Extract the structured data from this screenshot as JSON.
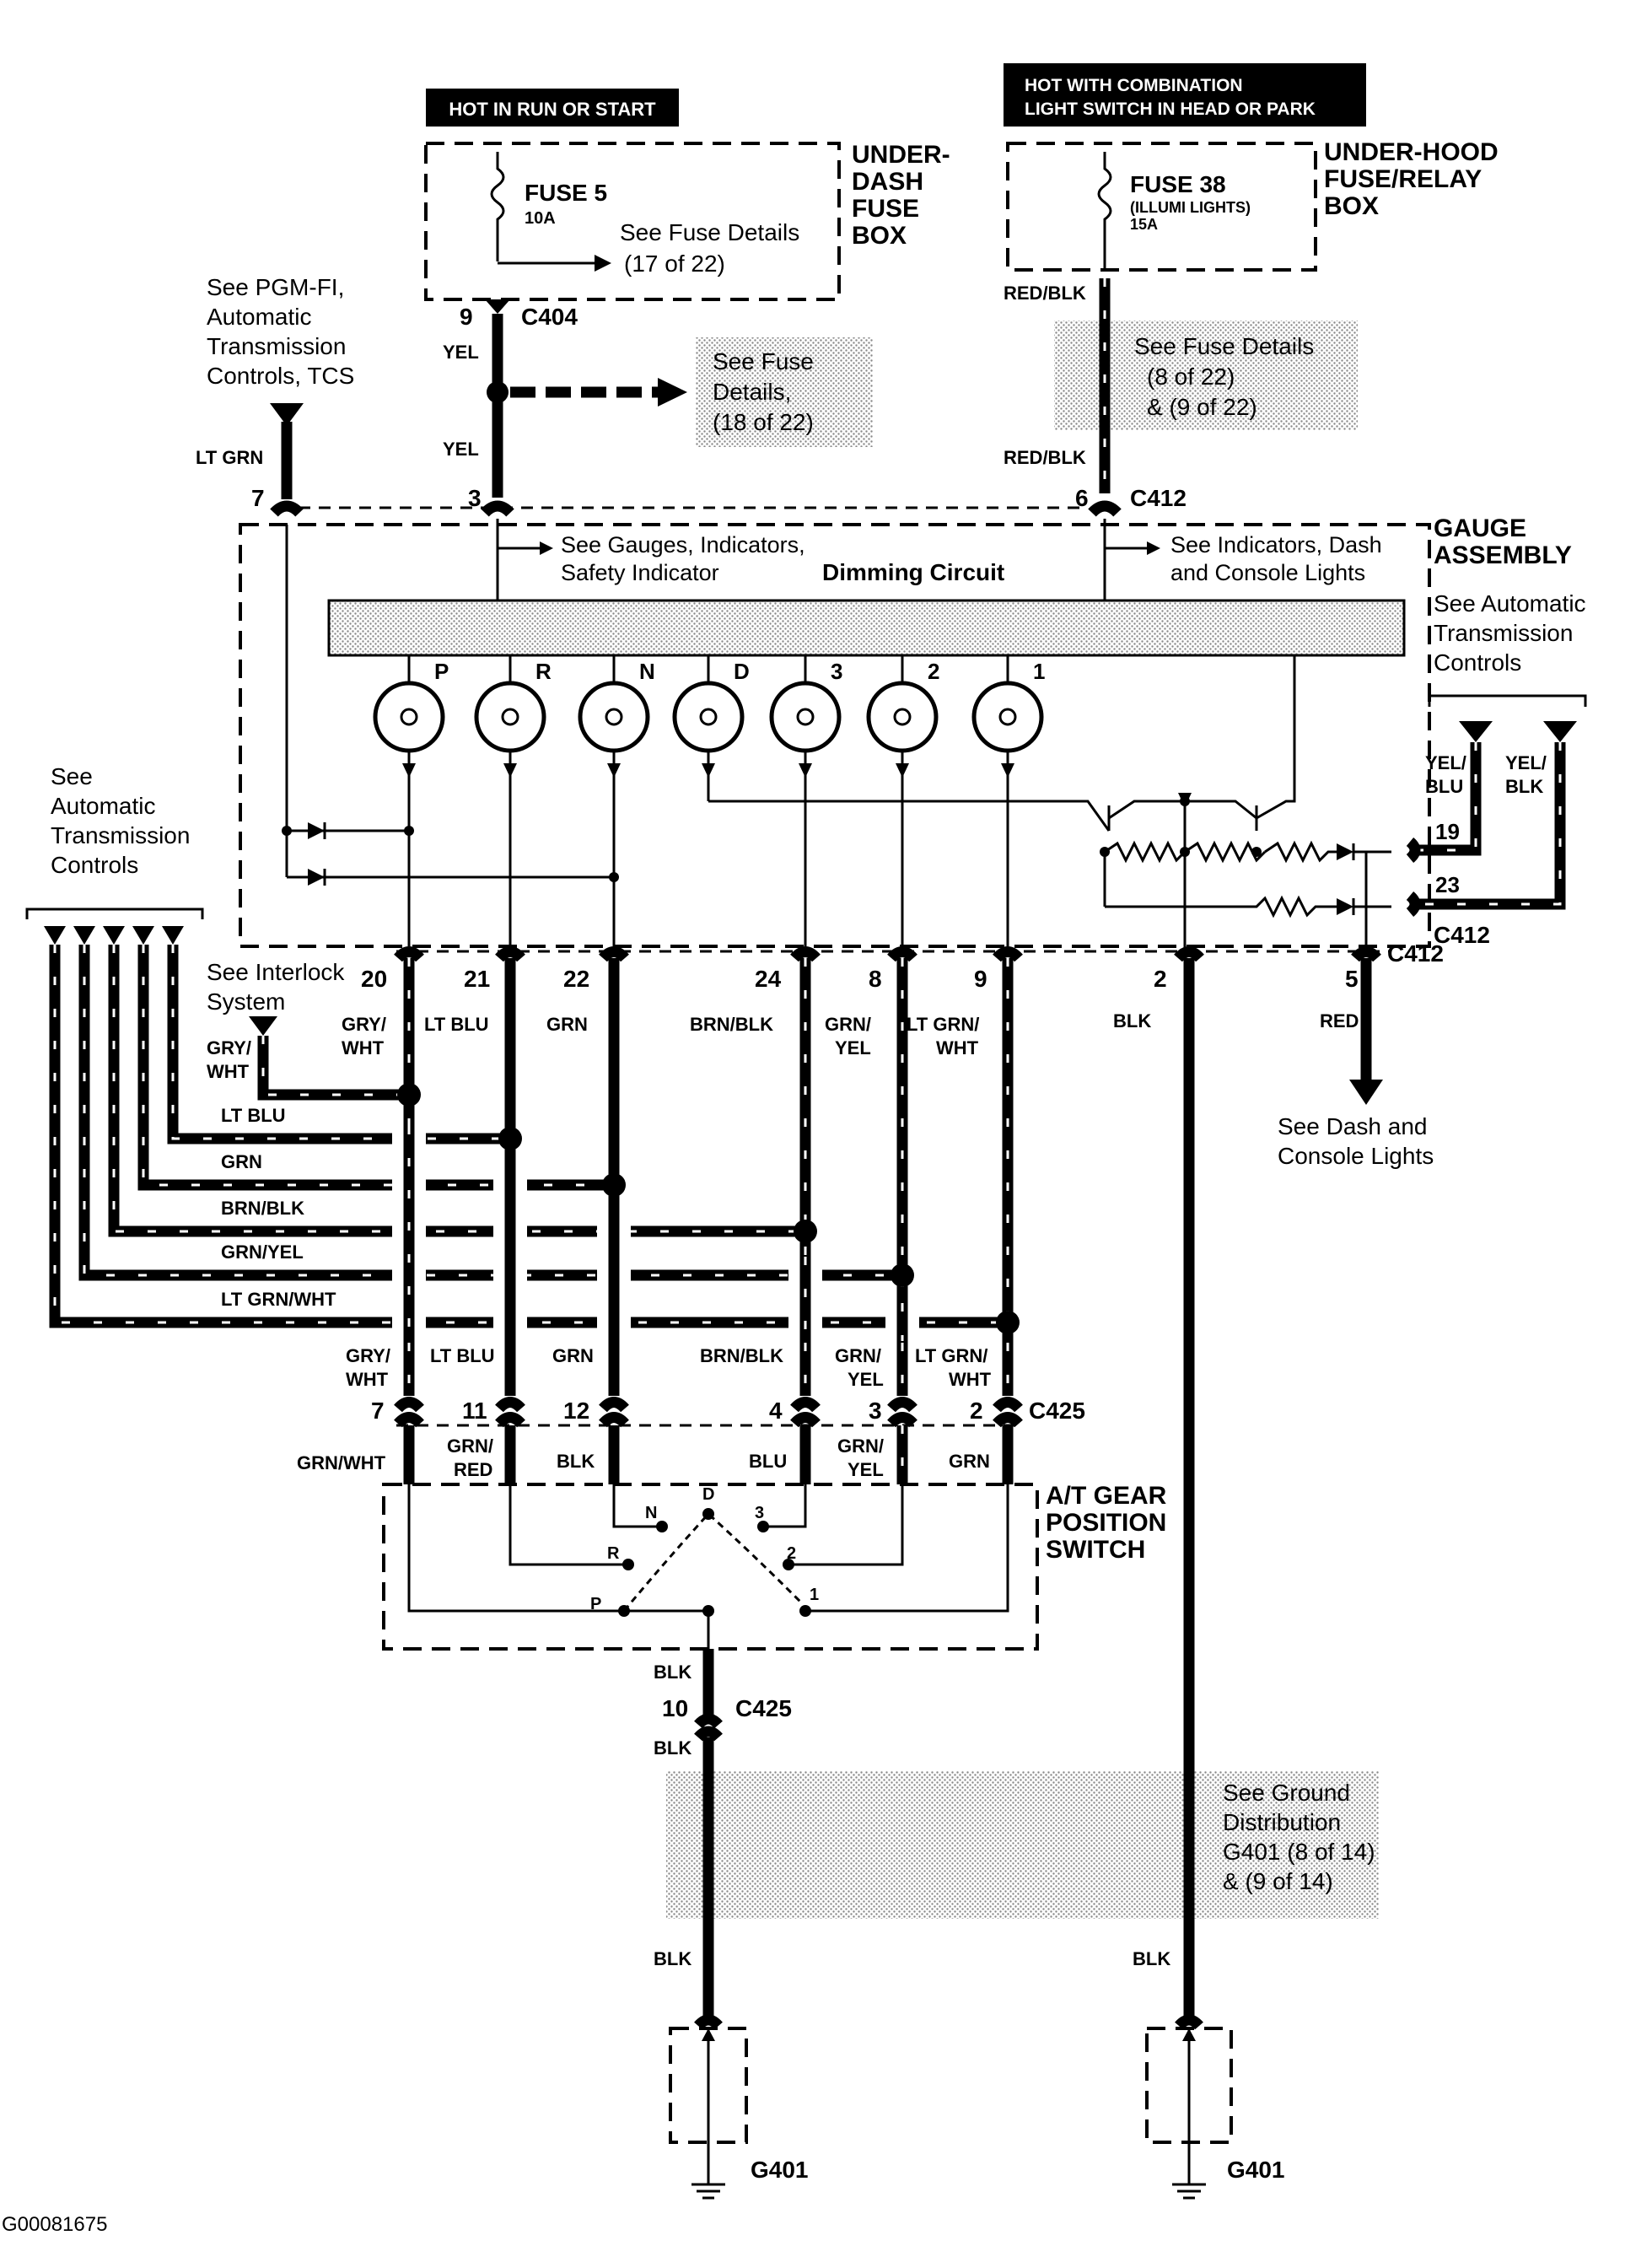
{
  "figure_id": "G00081675",
  "power": {
    "run_start_banner": "HOT IN RUN OR START",
    "combo_banner_line1": "HOT WITH COMBINATION",
    "combo_banner_line2": "LIGHT SWITCH IN HEAD OR PARK",
    "underdash_box": [
      "UNDER-",
      "DASH",
      "FUSE",
      "BOX"
    ],
    "underhood_box": [
      "UNDER-HOOD",
      "FUSE/RELAY",
      "BOX"
    ],
    "fuse5_name": "FUSE 5",
    "fuse5_rating": "10A",
    "fuse5_details": [
      "See Fuse Details",
      "(17 of 22)"
    ],
    "fuse38_name": "FUSE 38",
    "fuse38_sub": "(ILLUMI LIGHTS)",
    "fuse38_rating": "15A",
    "fuse_details_18": [
      "See Fuse",
      "Details,",
      "(18 of 22)"
    ],
    "fuse_details_8_9": [
      "See Fuse Details",
      "(8 of 22)",
      "& (9 of 22)"
    ]
  },
  "connectors": {
    "c404": "C404",
    "c412": "C412",
    "c425": "C425",
    "g401": "G401",
    "pin9": "9",
    "pin7": "7",
    "pin3": "3",
    "pin6": "6",
    "pin19": "19",
    "pin23": "23",
    "pin5": "5",
    "pin10": "10"
  },
  "wires": {
    "yel": "YEL",
    "red_blk": "RED/BLK",
    "lt_grn": "LT GRN",
    "blk": "BLK",
    "red": "RED",
    "grn_wht": "GRN/WHT",
    "grn": "GRN",
    "blu": "BLU",
    "yel_blu": [
      "YEL/",
      "BLU"
    ],
    "yel_blk": [
      "YEL/",
      "BLK"
    ]
  },
  "refs": {
    "pgmfi": [
      "See PGM-FI,",
      "Automatic",
      "Transmission",
      "Controls, TCS"
    ],
    "gauges": [
      "See Gauges, Indicators,",
      "Safety Indicator"
    ],
    "dimming": "Dimming Circuit",
    "indicators": [
      "See Indicators, Dash",
      "and Console Lights"
    ],
    "gauge_assembly": [
      "GAUGE",
      "ASSEMBLY"
    ],
    "at_controls_right": [
      "See Automatic",
      "Transmission",
      "Controls"
    ],
    "at_controls_left": [
      "See",
      "Automatic",
      "Transmission",
      "Controls"
    ],
    "interlock": [
      "See Interlock",
      "System"
    ],
    "dash_console": [
      "See Dash and",
      "Console Lights"
    ],
    "switch": [
      "A/T GEAR",
      "POSITION",
      "SWITCH"
    ],
    "ground": [
      "See Ground",
      "Distribution",
      "G401 (8 of 14)",
      "& (9 of 14)"
    ]
  },
  "indicators": [
    "P",
    "R",
    "N",
    "D",
    "3",
    "2",
    "1"
  ],
  "c412_columns": [
    {
      "pin": "20",
      "color": [
        "GRY/",
        "WHT"
      ]
    },
    {
      "pin": "21",
      "color": [
        "LT BLU"
      ]
    },
    {
      "pin": "22",
      "color": [
        "GRN"
      ]
    },
    {
      "pin": "24",
      "color": [
        "BRN/BLK"
      ]
    },
    {
      "pin": "8",
      "color": [
        "GRN/",
        "YEL"
      ]
    },
    {
      "pin": "9",
      "color": [
        "LT GRN/",
        "WHT"
      ]
    },
    {
      "pin": "2",
      "color": [
        "BLK"
      ]
    }
  ],
  "side_wires": [
    "LT BLU",
    "GRN",
    "BRN/BLK",
    "GRN/YEL",
    "LT GRN/WHT"
  ],
  "side_wire_gry": [
    "GRY/",
    "WHT"
  ],
  "c425_columns": [
    {
      "pin": "7",
      "color": [
        "GRY/",
        "WHT"
      ]
    },
    {
      "pin": "11",
      "color": [
        "LT BLU"
      ]
    },
    {
      "pin": "12",
      "color": [
        "GRN"
      ]
    },
    {
      "pin": "4",
      "color": [
        "BRN/BLK"
      ]
    },
    {
      "pin": "3",
      "color": [
        "GRN/",
        "YEL"
      ]
    },
    {
      "pin": "2",
      "color": [
        "LT GRN/",
        "WHT"
      ]
    }
  ],
  "below_c425": [
    {
      "color": [
        "GRN/",
        "RED"
      ]
    },
    {
      "color": [
        "BLK"
      ]
    },
    {
      "color": [
        "BLU"
      ]
    },
    {
      "color": [
        "GRN/",
        "YEL"
      ]
    },
    {
      "color": [
        "GRN"
      ]
    }
  ],
  "switch_positions": [
    "N",
    "D",
    "3",
    "R",
    "2",
    "P",
    "1"
  ]
}
